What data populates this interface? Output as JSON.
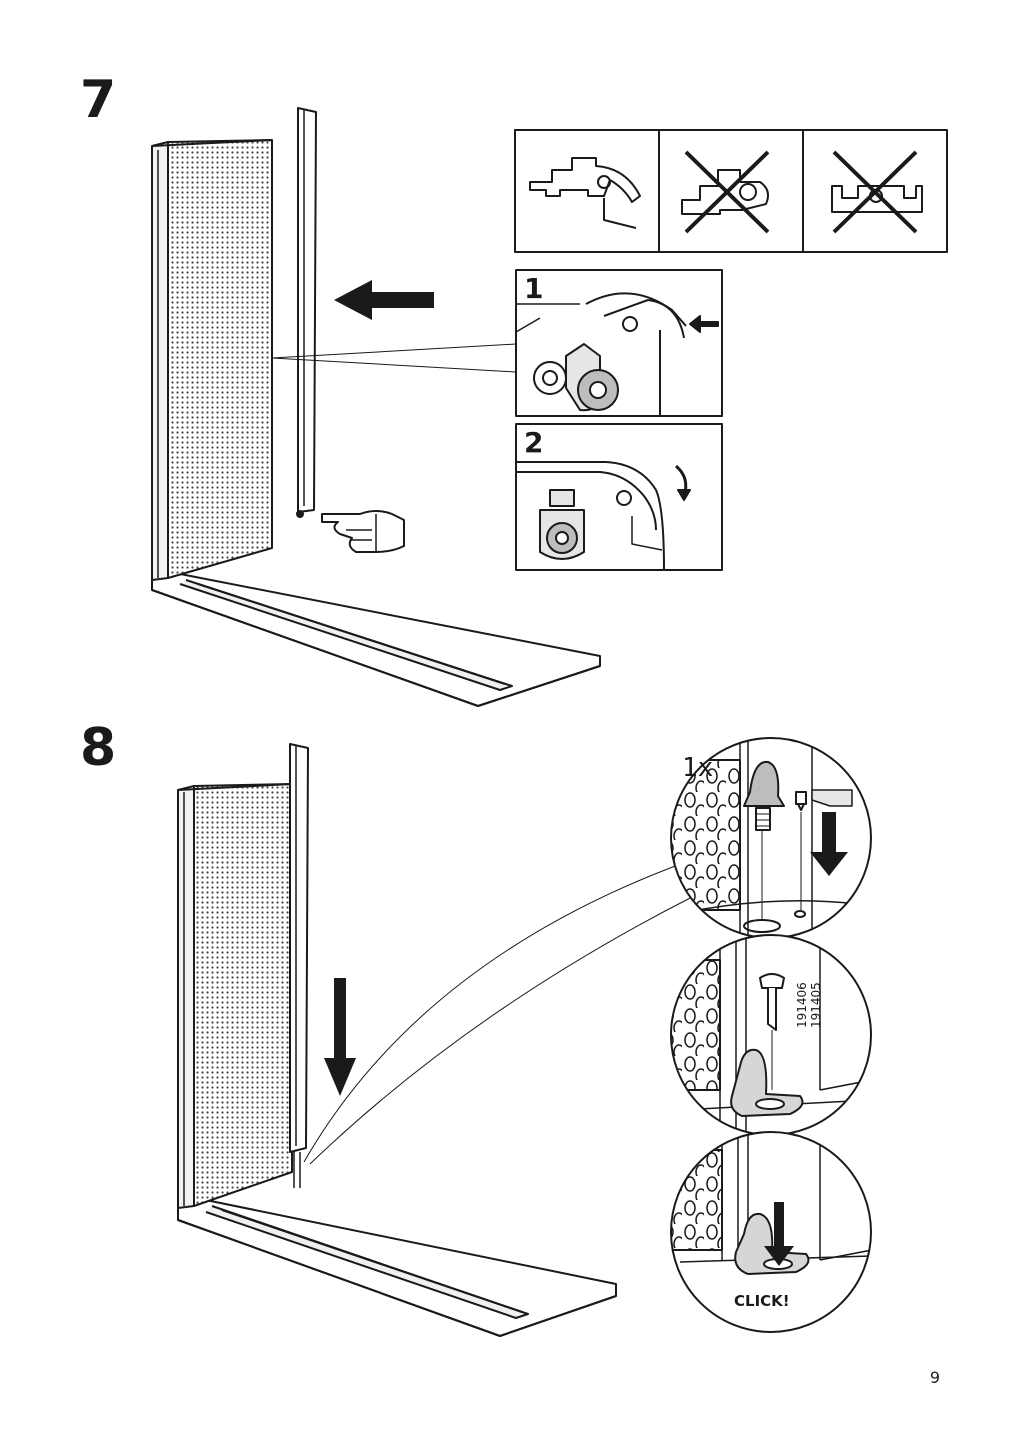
{
  "steps": [
    {
      "number": "7"
    },
    {
      "number": "8"
    }
  ],
  "step7": {
    "detail_labels": [
      "1",
      "2"
    ],
    "icons": [
      "perforated-panel",
      "upright-profile",
      "left-arrow",
      "hand-pointer-icon",
      "correct-profile-orientation",
      "wrong-profile-orientation-crossed",
      "wrong-profile-orientation-crossed"
    ]
  },
  "step8": {
    "quantity": "1x",
    "part_numbers": [
      "191406",
      "191405"
    ],
    "click_label": "CLICK!",
    "icons": [
      "down-arrow",
      "foot-insert",
      "pin"
    ]
  },
  "page": {
    "number": "9"
  },
  "colors": {
    "line": "#1a1a1a",
    "fill_light": "#e6e6e6",
    "fill_mid": "#bdbdbd",
    "background": "#ffffff"
  }
}
